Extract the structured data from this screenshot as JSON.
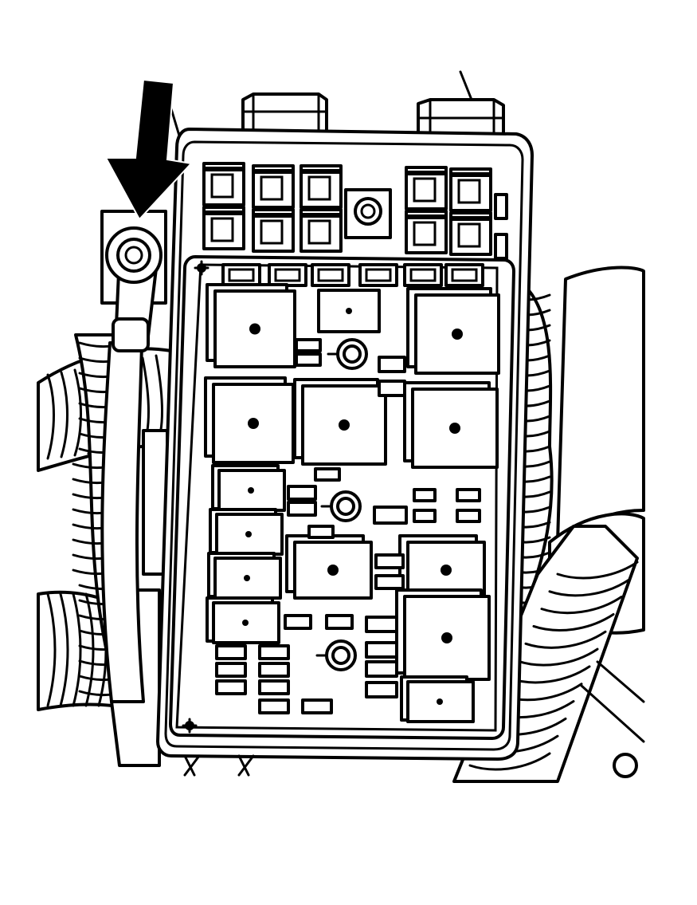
{
  "colors": {
    "line": "#000000",
    "background": "#ffffff"
  },
  "relays_large": [
    {
      "id": "relay-1"
    },
    {
      "id": "relay-2"
    },
    {
      "id": "relay-3"
    },
    {
      "id": "relay-4"
    },
    {
      "id": "relay-5"
    },
    {
      "id": "relay-6"
    },
    {
      "id": "relay-7"
    },
    {
      "id": "relay-8"
    }
  ],
  "relays_small": [
    {
      "id": "mini-relay-1"
    },
    {
      "id": "mini-relay-2"
    },
    {
      "id": "mini-relay-3"
    },
    {
      "id": "mini-relay-4"
    },
    {
      "id": "mini-relay-5"
    },
    {
      "id": "mini-relay-6"
    }
  ],
  "icons": [
    "down-arrow-icon",
    "ground-terminal-icon",
    "wiring-harness-icon"
  ]
}
